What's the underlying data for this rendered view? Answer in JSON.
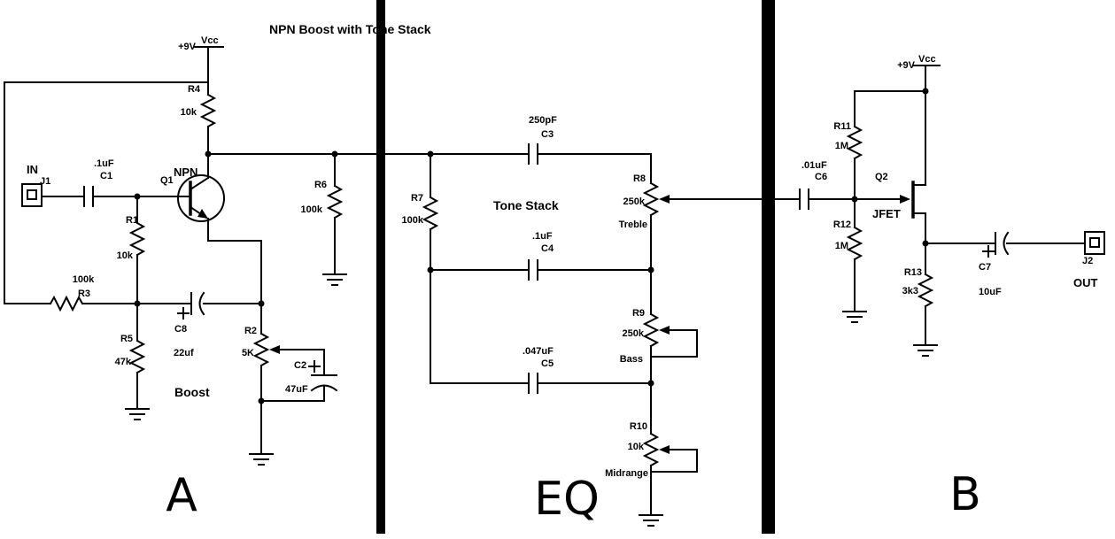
{
  "title": "NPN Boost with Tone Stack",
  "sections": {
    "a": "A",
    "eq": "EQ",
    "b": "B"
  },
  "annotations": {
    "tone_stack": "Tone Stack",
    "boost": "Boost"
  },
  "power": {
    "a": {
      "voltage": "+9V",
      "net": "Vcc"
    },
    "b": {
      "voltage": "+9V",
      "net": "Vcc"
    }
  },
  "ports": {
    "j1": {
      "label": "IN",
      "ref": "J1"
    },
    "j2": {
      "label": "OUT",
      "ref": "J2"
    }
  },
  "transistors": {
    "q1": {
      "ref": "Q1",
      "type": "NPN"
    },
    "q2": {
      "ref": "Q2",
      "type": "JFET"
    }
  },
  "resistors": {
    "r1": {
      "ref": "R1",
      "value": "10k"
    },
    "r2": {
      "ref": "R2",
      "value": "5K"
    },
    "r3": {
      "ref": "R3",
      "value": "100k"
    },
    "r4": {
      "ref": "R4",
      "value": "10k"
    },
    "r5": {
      "ref": "R5",
      "value": "47k"
    },
    "r6": {
      "ref": "R6",
      "value": "100k"
    },
    "r7": {
      "ref": "R7",
      "value": "100k"
    },
    "r8": {
      "ref": "R8",
      "value": "250k",
      "function": "Treble"
    },
    "r9": {
      "ref": "R9",
      "value": "250k",
      "function": "Bass"
    },
    "r10": {
      "ref": "R10",
      "value": "10k",
      "function": "Midrange"
    },
    "r11": {
      "ref": "R11",
      "value": "1M"
    },
    "r12": {
      "ref": "R12",
      "value": "1M"
    },
    "r13": {
      "ref": "R13",
      "value": "3k3"
    }
  },
  "capacitors": {
    "c1": {
      "ref": "C1",
      "value": ".1uF"
    },
    "c2": {
      "ref": "C2",
      "value": "47uF"
    },
    "c3": {
      "ref": "C3",
      "value": "250pF"
    },
    "c4": {
      "ref": "C4",
      "value": ".1uF"
    },
    "c5": {
      "ref": "C5",
      "value": ".047uF"
    },
    "c6": {
      "ref": "C6",
      "value": ".01uF"
    },
    "c7": {
      "ref": "C7",
      "value": "10uF"
    },
    "c8": {
      "ref": "C8",
      "value": "22uf"
    }
  },
  "colors": {
    "ink": "#000000",
    "background": "#ffffff"
  }
}
